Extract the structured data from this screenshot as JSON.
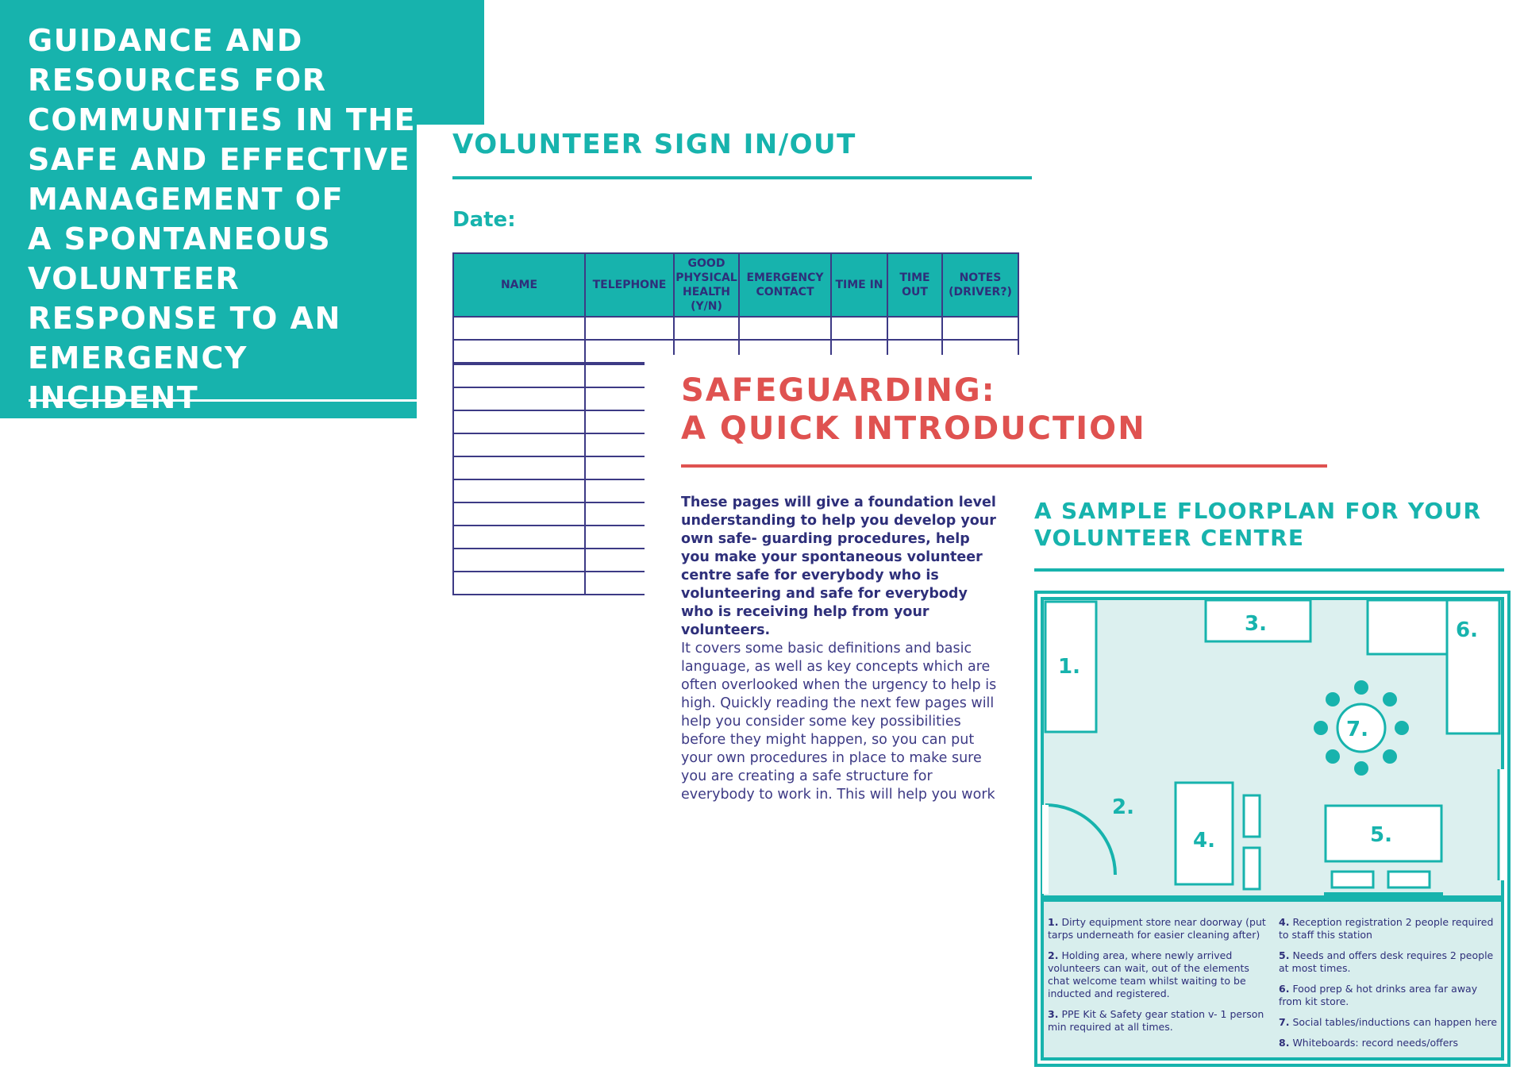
{
  "guide": {
    "title": "GUIDANCE AND\nRESOURCES FOR\nCOMMUNITIES IN THE\nSAFE AND EFFECTIVE\nMANAGEMENT OF\nA SPONTANEOUS\nVOLUNTEER\nRESPONSE TO AN\nEMERGENCY INCIDENT"
  },
  "signin": {
    "title": "VOLUNTEER SIGN IN/OUT",
    "date_label": "Date:",
    "columns": [
      "NAME",
      "TELEPHONE",
      "GOOD PHYSICAL HEALTH (Y/N)",
      "EMERGENCY CONTACT",
      "TIME IN",
      "TIME OUT",
      "NOTES (DRIVER?)"
    ]
  },
  "safeguarding": {
    "title": "SAFEGUARDING:\nA QUICK INTRODUCTION",
    "lead": "These pages will give a foundation level understanding to help you develop your own safe- guarding procedures, help you make your spontaneous volunteer centre safe for everybody who is volunteering and safe for everybody who is receiving help from your volunteers.",
    "body": "It covers some basic definitions and basic language, as well as key concepts which are often overlooked when the urgency to help is high. Quickly reading the next few pages will help you consider some key possibilities before they might happen, so you can put your own procedures in place to make sure you are creating a safe structure for everybody to work in. This will help you work with your team to"
  },
  "floorplan": {
    "title": "A SAMPLE FLOORPLAN FOR YOUR\nVOLUNTEER CENTRE",
    "labels": [
      "1.",
      "2.",
      "3.",
      "4.",
      "5.",
      "6.",
      "7."
    ],
    "legend_left": [
      {
        "num": "1.",
        "text": "Dirty equipment store near doorway (put tarps underneath for easier cleaning after)"
      },
      {
        "num": "2.",
        "text": "Holding area, where newly arrived volunteers can wait, out of the elements chat welcome team whilst waiting to be inducted and registered."
      },
      {
        "num": "3.",
        "text": "PPE Kit & Safety gear station v-  1 person min required at all times."
      }
    ],
    "legend_right": [
      {
        "num": "4.",
        "text": "Reception registration 2 people required to staff this station"
      },
      {
        "num": "5.",
        "text": "Needs and offers desk requires 2 people at most times."
      },
      {
        "num": "6.",
        "text": "Food prep & hot drinks area far away from kit store."
      },
      {
        "num": "7.",
        "text": "Social tables/inductions can happen here"
      },
      {
        "num": "8.",
        "text": "Whiteboards: record needs/offers"
      }
    ]
  },
  "colors": {
    "teal": "#17b3ad",
    "navy": "#2e2f7a",
    "coral": "#df5250"
  }
}
